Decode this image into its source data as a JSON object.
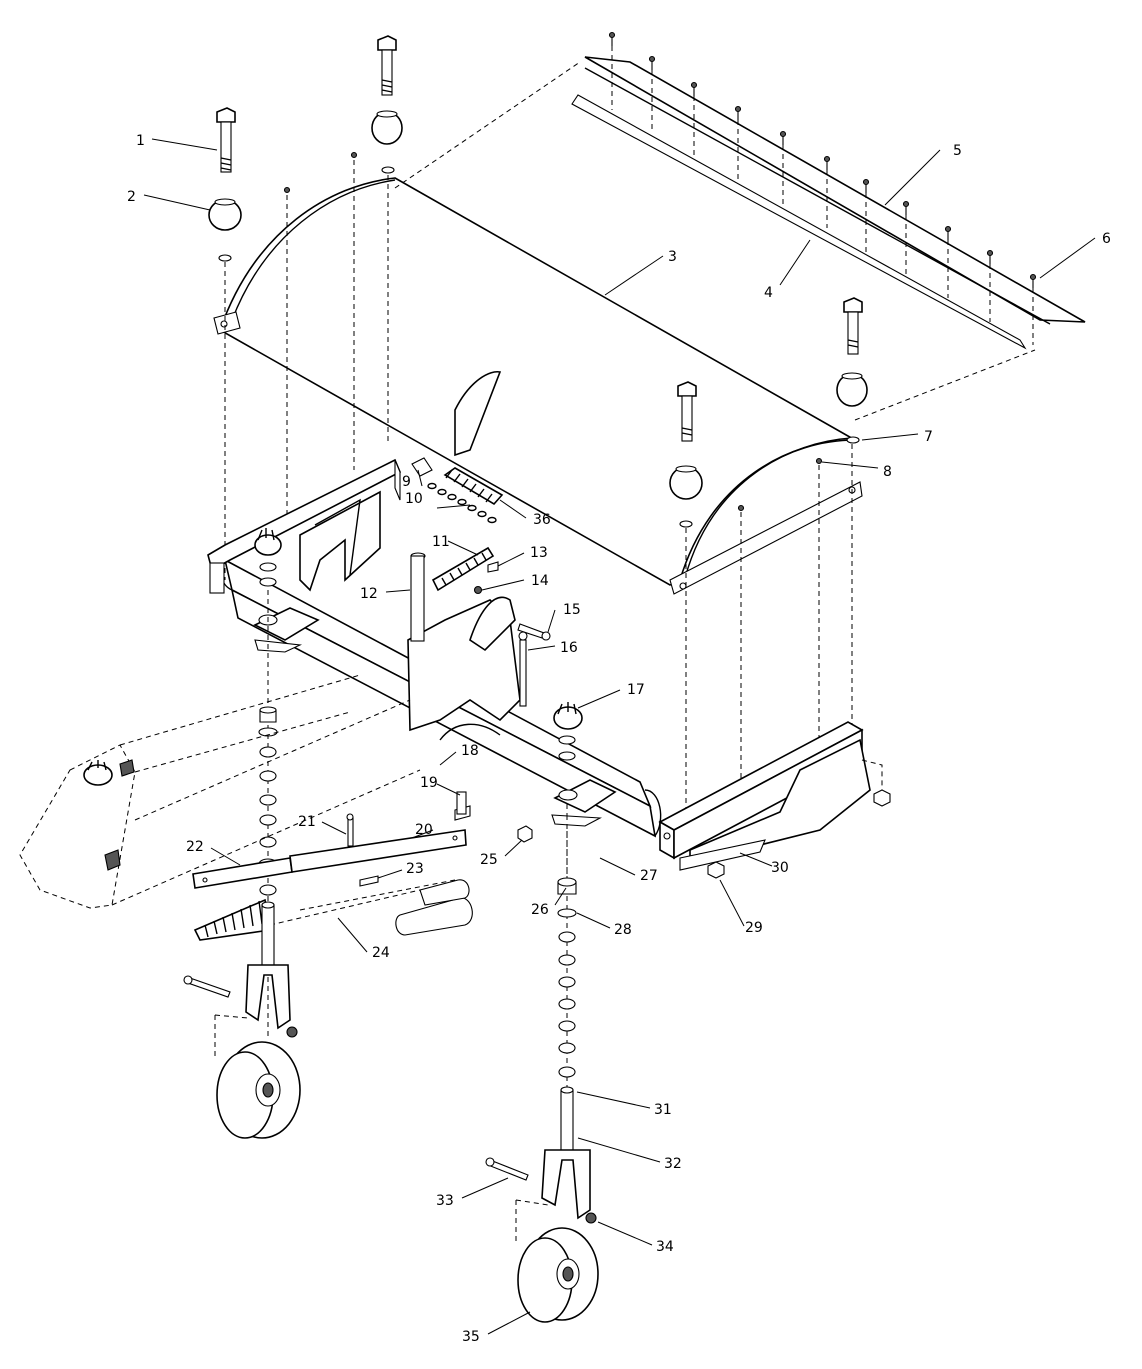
{
  "callouts": [
    {
      "label": "1"
    },
    {
      "label": "2"
    },
    {
      "label": "3"
    },
    {
      "label": "4"
    },
    {
      "label": "5"
    },
    {
      "label": "6"
    },
    {
      "label": "7"
    },
    {
      "label": "8"
    },
    {
      "label": "9"
    },
    {
      "label": "10"
    },
    {
      "label": "11"
    },
    {
      "label": "12"
    },
    {
      "label": "13"
    },
    {
      "label": "14"
    },
    {
      "label": "15"
    },
    {
      "label": "16"
    },
    {
      "label": "17"
    },
    {
      "label": "18"
    },
    {
      "label": "19"
    },
    {
      "label": "20"
    },
    {
      "label": "21"
    },
    {
      "label": "22"
    },
    {
      "label": "23"
    },
    {
      "label": "24"
    },
    {
      "label": "25"
    },
    {
      "label": "26"
    },
    {
      "label": "27"
    },
    {
      "label": "28"
    },
    {
      "label": "29"
    },
    {
      "label": "30"
    },
    {
      "label": "31"
    },
    {
      "label": "32"
    },
    {
      "label": "33"
    },
    {
      "label": "34"
    },
    {
      "label": "35"
    },
    {
      "label": "36"
    }
  ],
  "colors": {
    "line": "#000000",
    "background": "#ffffff",
    "shade": "#bdbdbd"
  }
}
